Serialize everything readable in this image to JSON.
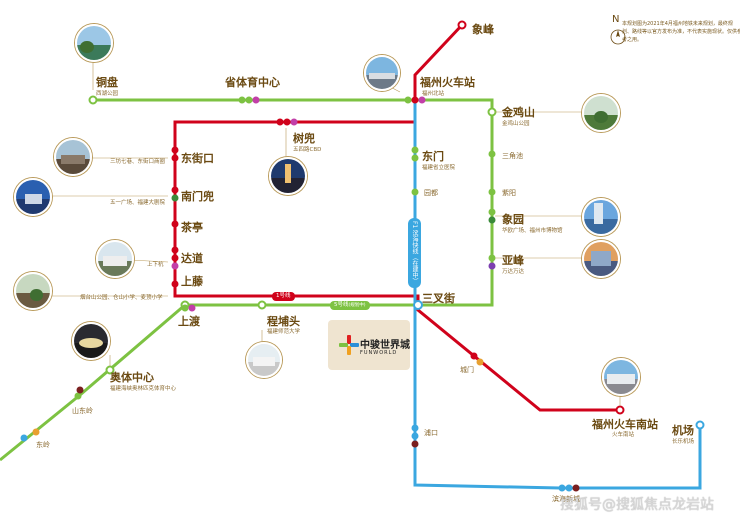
{
  "stations": {
    "tongpan": {
      "name": "铜盘",
      "sub": "西湖公园"
    },
    "shengti": {
      "name": "省体育中心",
      "sub": ""
    },
    "fuzhou_station": {
      "name": "福州火车站",
      "sub": "福州北站"
    },
    "xiangfeng": {
      "name": "象峰",
      "sub": ""
    },
    "shudou": {
      "name": "树兜",
      "sub": "五四路CBD"
    },
    "dongjiekou": {
      "name": "东街口",
      "sub": "三坊七巷、东街口商圈"
    },
    "nanmendou": {
      "name": "南门兜",
      "sub": "五一广场、福建大剧院"
    },
    "chating": {
      "name": "茶亭",
      "sub": ""
    },
    "dadao": {
      "name": "达道",
      "sub": "上下杭"
    },
    "shangteng": {
      "name": "上藤",
      "sub": "烟台山公园、仓山小学、麦顶小学"
    },
    "jinjishan": {
      "name": "金鸡山",
      "sub": "金鸡山公园"
    },
    "dongmen": {
      "name": "东门",
      "sub": "福建省立医院"
    },
    "sanjiaochi": {
      "name": "三角池",
      "sub": ""
    },
    "cidu": {
      "name": "园都",
      "sub": ""
    },
    "ziyang": {
      "name": "紫阳",
      "sub": ""
    },
    "xiangyuan": {
      "name": "象园",
      "sub": "华欧广场、福州市博物馆"
    },
    "yafeng": {
      "name": "亚峰",
      "sub": "万达万达"
    },
    "sanchajie": {
      "name": "三叉街",
      "sub": ""
    },
    "shangdu": {
      "name": "上渡",
      "sub": ""
    },
    "chengpu": {
      "name": "程埔头",
      "sub": "福建师范大学"
    },
    "aoti": {
      "name": "奥体中心",
      "sub": "福建海峡奥林匹克体育中心"
    },
    "shandongling": {
      "name": "山东岭",
      "sub": ""
    },
    "dongling": {
      "name": "东岭",
      "sub": ""
    },
    "chengmen": {
      "name": "城门",
      "sub": ""
    },
    "fuzhou_south": {
      "name": "福州火车南站",
      "sub": "火车南站"
    },
    "jichang": {
      "name": "机场",
      "sub": "长乐机场"
    },
    "pukou": {
      "name": "浦口",
      "sub": ""
    },
    "binhai": {
      "name": "滨海新城",
      "sub": ""
    }
  },
  "line_tags": {
    "line1": "1号线",
    "line5": "5号线",
    "line5_sub": "(规划中)",
    "f1": "F1 滨海快线（在建中）"
  },
  "logo": {
    "cn": "中骏世界城",
    "en": "FUNWORLD"
  },
  "note": "本规划图为2021年4月福州地铁未来规划，最终规划、路线等以官方发布为准，不代表实施现状。仅供参考之用。",
  "compass": "N",
  "watermark": "搜狐号@搜狐焦点龙岩站",
  "colors": {
    "line1": "#d0021b",
    "line2": "#7dc242",
    "f1": "#3ba7e0",
    "accent": "#8b5a1c"
  }
}
